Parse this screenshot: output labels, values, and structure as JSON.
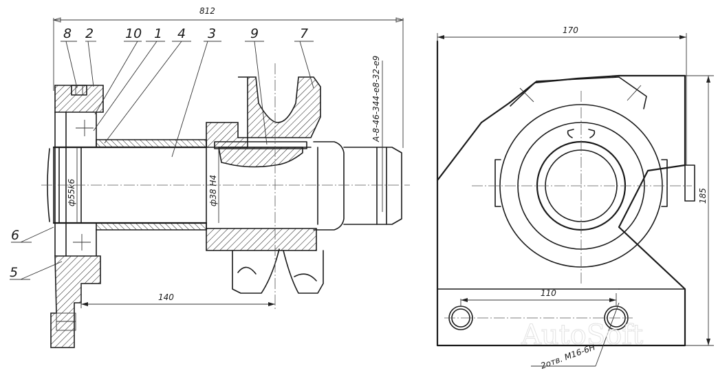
{
  "part_labels": {
    "p8": "8",
    "p2": "2",
    "p10": "10",
    "p1": "1",
    "p4": "4",
    "p3": "3",
    "p9": "9",
    "p7": "7",
    "p6": "6",
    "p5": "5"
  },
  "dimensions": {
    "overall_length": "812",
    "gear_spec": "A-8-46-344-e8-32-e9",
    "shaft_diameter": "ф55k6",
    "bore_diameter": "ф38 H4",
    "offset_length": "140",
    "width": "170",
    "height": "185",
    "hole_spacing": "110",
    "hole_spec": "2отв. M16-6H"
  },
  "watermark": "AutoSoft"
}
